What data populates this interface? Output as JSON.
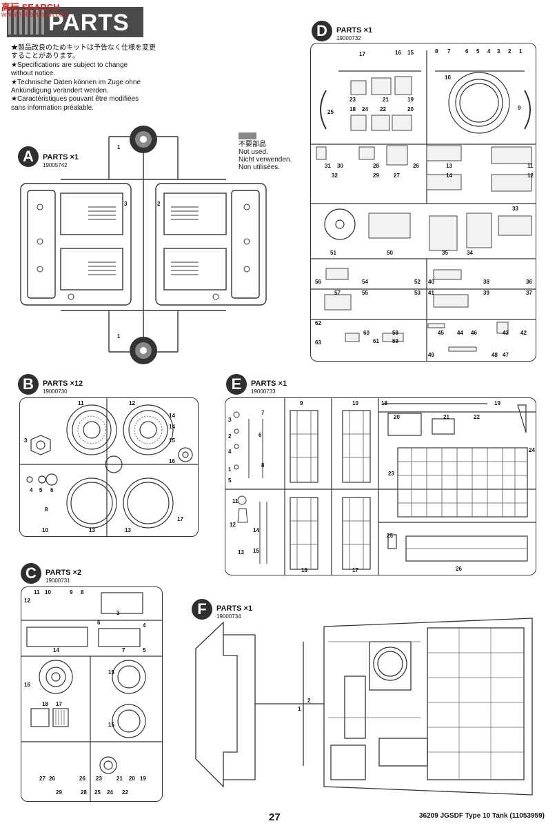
{
  "header": {
    "title": "PARTS"
  },
  "watermark": {
    "line1": "高玩 SEARCH",
    "line2": "www.hobbyuman.com"
  },
  "notes": [
    "★製品改良のためキットは予告なく仕様を変更",
    "することがあります。",
    "★Specifications are subject to change",
    "without notice.",
    "★Technische Daten können im Zuge ohne",
    "Ankündigung verändert werden.",
    "★Caractéristiques pouvant être modifiées",
    "sans information préalable."
  ],
  "not_used": {
    "line1": "不要部品",
    "line2": "Not used.",
    "line3": "Nicht verwenden.",
    "line4": "Non utilisées."
  },
  "sections": {
    "A": {
      "letter": "A",
      "label": "PARTS ×1",
      "code": "19005742",
      "parts": [
        "1",
        "1",
        "2",
        "3"
      ]
    },
    "B": {
      "letter": "B",
      "label": "PARTS ×12",
      "code": "19000730",
      "parts": [
        "11",
        "12",
        "3",
        "14",
        "14",
        "15",
        "16",
        "4",
        "5",
        "6",
        "8",
        "10",
        "13",
        "13",
        "17"
      ]
    },
    "C": {
      "letter": "C",
      "label": "PARTS ×2",
      "code": "19000731",
      "parts": [
        "12",
        "11",
        "10",
        "9",
        "8",
        "3",
        "6",
        "4",
        "7",
        "5",
        "14",
        "15",
        "15",
        "16",
        "18",
        "17",
        "27",
        "26",
        "26",
        "23",
        "21",
        "20",
        "19",
        "29",
        "28",
        "25",
        "24",
        "22"
      ]
    },
    "D": {
      "letter": "D",
      "label": "PARTS ×1",
      "code": "19000732",
      "parts": [
        "17",
        "16",
        "15",
        "8",
        "7",
        "6",
        "5",
        "4",
        "3",
        "2",
        "1",
        "10",
        "23",
        "22",
        "21",
        "19",
        "20",
        "18",
        "25",
        "24",
        "9",
        "31",
        "30",
        "28",
        "26",
        "13",
        "11",
        "32",
        "29",
        "27",
        "14",
        "12",
        "51",
        "50",
        "35",
        "34",
        "33",
        "56",
        "54",
        "52",
        "40",
        "38",
        "36",
        "57",
        "55",
        "53",
        "41",
        "39",
        "37",
        "62",
        "60",
        "58",
        "45",
        "44",
        "46",
        "43",
        "42",
        "63",
        "61",
        "59",
        "49",
        "48",
        "47"
      ]
    },
    "E": {
      "letter": "E",
      "label": "PARTS ×1",
      "code": "19000733",
      "parts": [
        "9",
        "10",
        "18",
        "19",
        "3",
        "2",
        "7",
        "20",
        "21",
        "22",
        "4",
        "1",
        "6",
        "24",
        "23",
        "5",
        "8",
        "11",
        "12",
        "14",
        "13",
        "15",
        "16",
        "17",
        "25",
        "26"
      ]
    },
    "F": {
      "letter": "F",
      "label": "PARTS ×1",
      "code": "19000734",
      "parts": [
        "1",
        "2"
      ]
    }
  },
  "page": {
    "number": "27",
    "footer": "36209  JGSDF Type 10 Tank (11053959)"
  }
}
